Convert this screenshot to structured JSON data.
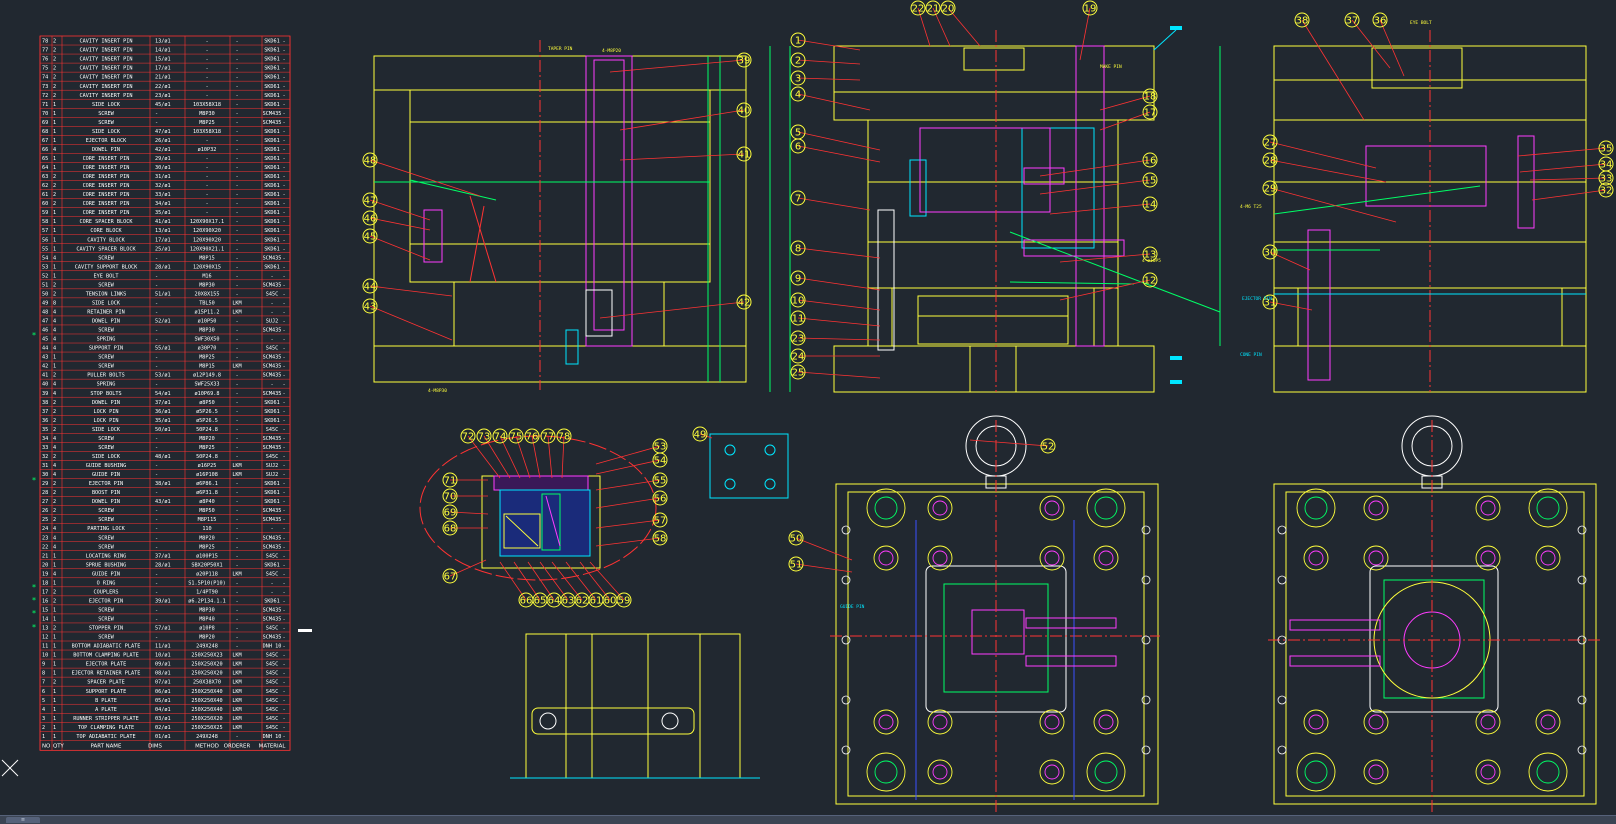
{
  "app": {
    "title": "",
    "accent": "#ffff3c",
    "background": "#212830"
  },
  "layout_tab": {
    "label": "≡"
  },
  "bom": {
    "header": [
      "NO",
      "QTY",
      "PART NAME",
      "DIMS",
      "METHOD",
      "ORDERER",
      "MATERIAL"
    ],
    "rows": [
      [
        "78",
        "2",
        "CAVITY INSERT PIN",
        "13/ø1",
        "-",
        "-",
        "SKD61"
      ],
      [
        "77",
        "2",
        "CAVITY INSERT PIN",
        "14/ø1",
        "-",
        "-",
        "SKD61"
      ],
      [
        "76",
        "2",
        "CAVITY INSERT PIN",
        "15/ø1",
        "-",
        "-",
        "SKD61"
      ],
      [
        "75",
        "2",
        "CAVITY INSERT PIN",
        "17/ø1",
        "-",
        "-",
        "SKD61"
      ],
      [
        "74",
        "2",
        "CAVITY INSERT PIN",
        "21/ø1",
        "-",
        "-",
        "SKD61"
      ],
      [
        "73",
        "2",
        "CAVITY INSERT PIN",
        "22/ø1",
        "-",
        "-",
        "SKD61"
      ],
      [
        "72",
        "2",
        "CAVITY INSERT PIN",
        "23/ø1",
        "-",
        "-",
        "SKD61"
      ],
      [
        "71",
        "1",
        "SIDE LOCK",
        "45/ø1",
        "103X58X18",
        "-",
        "SKD61"
      ],
      [
        "70",
        "1",
        "SCREW",
        "-",
        "M8P30",
        "-",
        "SCM435"
      ],
      [
        "69",
        "1",
        "SCREW",
        "-",
        "M8P25",
        "-",
        "SCM435"
      ],
      [
        "68",
        "1",
        "SIDE LOCK",
        "47/ø1",
        "103X58X18",
        "-",
        "SKD61"
      ],
      [
        "67",
        "1",
        "EJECTOR BLOCK",
        "26/ø1",
        "-",
        "-",
        "SKD61"
      ],
      [
        "66",
        "4",
        "DOWEL PIN",
        "42/ø1",
        "ø10P32",
        "-",
        "SKD61"
      ],
      [
        "65",
        "1",
        "CORE INSERT PIN",
        "29/ø1",
        "-",
        "-",
        "SKD61"
      ],
      [
        "64",
        "1",
        "CORE INSERT PIN",
        "30/ø1",
        "-",
        "-",
        "SKD61"
      ],
      [
        "63",
        "2",
        "CORE INSERT PIN",
        "31/ø1",
        "-",
        "-",
        "SKD61"
      ],
      [
        "62",
        "2",
        "CORE INSERT PIN",
        "32/ø1",
        "-",
        "-",
        "SKD61"
      ],
      [
        "61",
        "2",
        "CORE INSERT PIN",
        "33/ø1",
        "-",
        "-",
        "SKD61"
      ],
      [
        "60",
        "2",
        "CORE INSERT PIN",
        "34/ø1",
        "-",
        "-",
        "SKD61"
      ],
      [
        "59",
        "1",
        "CORE INSERT PIN",
        "35/ø1",
        "-",
        "-",
        "SKD61"
      ],
      [
        "58",
        "1",
        "CORE SPACER BLOCK",
        "41/ø1",
        "120X90X17.1",
        "-",
        "SKD61"
      ],
      [
        "57",
        "1",
        "CORE BLOCK",
        "13/ø1",
        "120X90X20",
        "-",
        "SKD61"
      ],
      [
        "56",
        "1",
        "CAVITY BLOCK",
        "17/ø1",
        "120X90X20",
        "-",
        "SKD61"
      ],
      [
        "55",
        "1",
        "CAVITY SPACER BLOCK",
        "25/ø1",
        "120X90X21.1",
        "-",
        "SKD61"
      ],
      [
        "54",
        "4",
        "SCREW",
        "-",
        "M8P15",
        "-",
        "SCM435"
      ],
      [
        "53",
        "1",
        "CAVITY SUPPORT BLOCK",
        "28/ø1",
        "120X90X15",
        "-",
        "SKD61"
      ],
      [
        "52",
        "1",
        "EYE BOLT",
        "-",
        "M16",
        "-",
        "-"
      ],
      [
        "51",
        "2",
        "SCREW",
        "-",
        "M8P30",
        "-",
        "SCM435"
      ],
      [
        "50",
        "2",
        "TENSION LINKS",
        "51/ø1",
        "20X8X155",
        "-",
        "S45C"
      ],
      [
        "49",
        "8",
        "SIDE LOCK",
        "-",
        "TBL50",
        "LKM",
        "-"
      ],
      [
        "48",
        "4",
        "RETAINER PIN",
        "-",
        "ø15P11.2",
        "LKM",
        "-"
      ],
      [
        "47",
        "4",
        "DOWEL PIN",
        "52/ø1",
        "ø10P50",
        "-",
        "SUJ2"
      ],
      [
        "46",
        "4",
        "SCREW",
        "-",
        "M8P30",
        "-",
        "SCM435"
      ],
      [
        "45",
        "4",
        "SPRING",
        "-",
        "SWF30X50",
        "-",
        "-"
      ],
      [
        "44",
        "4",
        "SUPPORT PIN",
        "55/ø1",
        "ø30P70",
        "-",
        "S45C"
      ],
      [
        "43",
        "1",
        "SCREW",
        "-",
        "M8P25",
        "-",
        "SCM435"
      ],
      [
        "42",
        "1",
        "SCREW",
        "-",
        "M8P15",
        "LKM",
        "SCM435"
      ],
      [
        "41",
        "2",
        "PULLER BOLTS",
        "53/ø1",
        "ø12P149.8",
        "-",
        "SCM435"
      ],
      [
        "40",
        "4",
        "SPRING",
        "-",
        "SWF25X33",
        "-",
        "-"
      ],
      [
        "39",
        "4",
        "STOP BOLTS",
        "54/ø1",
        "ø10P69.8",
        "-",
        "SCM435"
      ],
      [
        "38",
        "2",
        "DOWEL PIN",
        "37/ø1",
        "ø8P50",
        "-",
        "SKD61"
      ],
      [
        "37",
        "2",
        "LOCK PIN",
        "36/ø1",
        "ø5P26.5",
        "-",
        "SKD61"
      ],
      [
        "36",
        "2",
        "LOCK PIN",
        "35/ø1",
        "ø5P26.5",
        "-",
        "SKD61"
      ],
      [
        "35",
        "2",
        "SIDE LOCK",
        "50/ø1",
        "50P24.8",
        "-",
        "S45C"
      ],
      [
        "34",
        "4",
        "SCREW",
        "-",
        "M8P20",
        "-",
        "SCM435"
      ],
      [
        "33",
        "4",
        "SCREW",
        "-",
        "M8P25",
        "-",
        "SCM435"
      ],
      [
        "32",
        "2",
        "SIDE LOCK",
        "48/ø1",
        "50P24.8",
        "-",
        "S45C"
      ],
      [
        "31",
        "4",
        "GUIDE BUSHING",
        "-",
        "ø16P25",
        "LKM",
        "SUJ2"
      ],
      [
        "30",
        "4",
        "GUIDE PIN",
        "-",
        "ø16P108",
        "LKM",
        "SUJ2"
      ],
      [
        "29",
        "2",
        "EJECTOR PIN",
        "38/ø1",
        "ø6P86.1",
        "-",
        "SKD61"
      ],
      [
        "28",
        "2",
        "BOOST PIN",
        "-",
        "ø6P31.8",
        "-",
        "SKD61"
      ],
      [
        "27",
        "2",
        "DOWEL PIN",
        "43/ø1",
        "ø8P40",
        "-",
        "SKD61"
      ],
      [
        "26",
        "2",
        "SCREW",
        "-",
        "M8P50",
        "-",
        "SCM435"
      ],
      [
        "25",
        "2",
        "SCREW",
        "-",
        "M8P115",
        "-",
        "SCM435"
      ],
      [
        "24",
        "4",
        "PARTING LOCK",
        "-",
        "110",
        "-",
        "-"
      ],
      [
        "23",
        "4",
        "SCREW",
        "-",
        "M8P20",
        "-",
        "SCM435"
      ],
      [
        "22",
        "4",
        "SCREW",
        "-",
        "M8P25",
        "-",
        "SCM435"
      ],
      [
        "21",
        "1",
        "LOCATING RING",
        "37/ø1",
        "ø100P15",
        "-",
        "S45C"
      ],
      [
        "20",
        "1",
        "SPRUE BUSHING",
        "28/ø1",
        "SBX20P50X1",
        "-",
        "SKD61"
      ],
      [
        "19",
        "4",
        "GUIDE PIN",
        "-",
        "ø20P118",
        "LKM",
        "S45C"
      ],
      [
        "18",
        "1",
        "O RING",
        "-",
        "S1.5P10(P10)",
        "-",
        "-"
      ],
      [
        "17",
        "2",
        "COUPLERS",
        "-",
        "1/4PT90",
        "-",
        "-"
      ],
      [
        "16",
        "2",
        "EJECTOR PIN",
        "39/ø1",
        "ø6.2P134.1.1",
        "-",
        "SKD61"
      ],
      [
        "15",
        "1",
        "SCREW",
        "-",
        "M8P30",
        "-",
        "SCM435"
      ],
      [
        "14",
        "1",
        "SCREW",
        "-",
        "M8P40",
        "-",
        "SCM435"
      ],
      [
        "13",
        "2",
        "STOPPER PIN",
        "57/ø1",
        "ø10P8",
        "-",
        "S45C"
      ],
      [
        "12",
        "1",
        "SCREW",
        "-",
        "M8P20",
        "-",
        "SCM435"
      ],
      [
        "11",
        "1",
        "BOTTOM ADIABATIC PLATE",
        "11/ø1",
        "249X248",
        "-",
        "DNH 10"
      ],
      [
        "10",
        "1",
        "BOTTOM CLAMPING PLATE",
        "10/ø1",
        "250X250X23",
        "LKM",
        "S45C"
      ],
      [
        "9",
        "1",
        "EJECTOR PLATE",
        "09/ø1",
        "250X250X20",
        "LKM",
        "S45C"
      ],
      [
        "8",
        "1",
        "EJECTOR RETAINER PLATE",
        "08/ø1",
        "250X250X20",
        "LKM",
        "S45C"
      ],
      [
        "7",
        "2",
        "SPACER PLATE",
        "07/ø1",
        "250X38X70",
        "LKM",
        "S45C"
      ],
      [
        "6",
        "1",
        "SUPPORT PLATE",
        "06/ø1",
        "250X250X40",
        "LKM",
        "S45C"
      ],
      [
        "5",
        "1",
        "B PLATE",
        "05/ø1",
        "250X250X40",
        "LKM",
        "S45C"
      ],
      [
        "4",
        "1",
        "A PLATE",
        "04/ø1",
        "250X250X40",
        "LKM",
        "S45C"
      ],
      [
        "3",
        "1",
        "RUNNER STRIPPER PLATE",
        "03/ø1",
        "250X250X20",
        "LKM",
        "S45C"
      ],
      [
        "2",
        "1",
        "TOP CLAMPING PLATE",
        "02/ø1",
        "250X250X25",
        "LKM",
        "S45C"
      ],
      [
        "1",
        "1",
        "TOP ADIABATIC PLATE",
        "01/ø1",
        "249X248",
        "-",
        "DNH 10"
      ]
    ]
  },
  "balloons": {
    "front_view": [
      "39",
      "40",
      "41",
      "42",
      "43",
      "44",
      "45",
      "46",
      "47",
      "48"
    ],
    "section_view": [
      "1",
      "2",
      "3",
      "4",
      "5",
      "6",
      "7",
      "8",
      "9",
      "10",
      "11",
      "12",
      "13",
      "14",
      "15",
      "16",
      "17",
      "18",
      "19",
      "20",
      "21",
      "22",
      "23",
      "24",
      "25"
    ],
    "side_view": [
      "27",
      "28",
      "29",
      "30",
      "31",
      "32",
      "33",
      "34",
      "35",
      "36",
      "37",
      "38"
    ],
    "detail_view": [
      "53",
      "54",
      "55",
      "56",
      "57",
      "58",
      "59",
      "60",
      "61",
      "62",
      "63",
      "64",
      "65",
      "66",
      "67",
      "68",
      "69",
      "70",
      "71",
      "72",
      "73",
      "74",
      "75",
      "76",
      "77",
      "78"
    ],
    "plan_view": [
      "49",
      "50",
      "51",
      "52"
    ]
  },
  "notes": {
    "n1": "TAPER PIN",
    "n2": "EJECTOR PIN",
    "n3": "4-M8P30",
    "n4": "4-M8P20",
    "n5": "EYE BOLT",
    "n6": "CONE PIN",
    "n7": "4-ø10P5",
    "n8": "GUIDE PIN",
    "n9": "MAKE PIN",
    "n10": "4-M6 T25"
  }
}
